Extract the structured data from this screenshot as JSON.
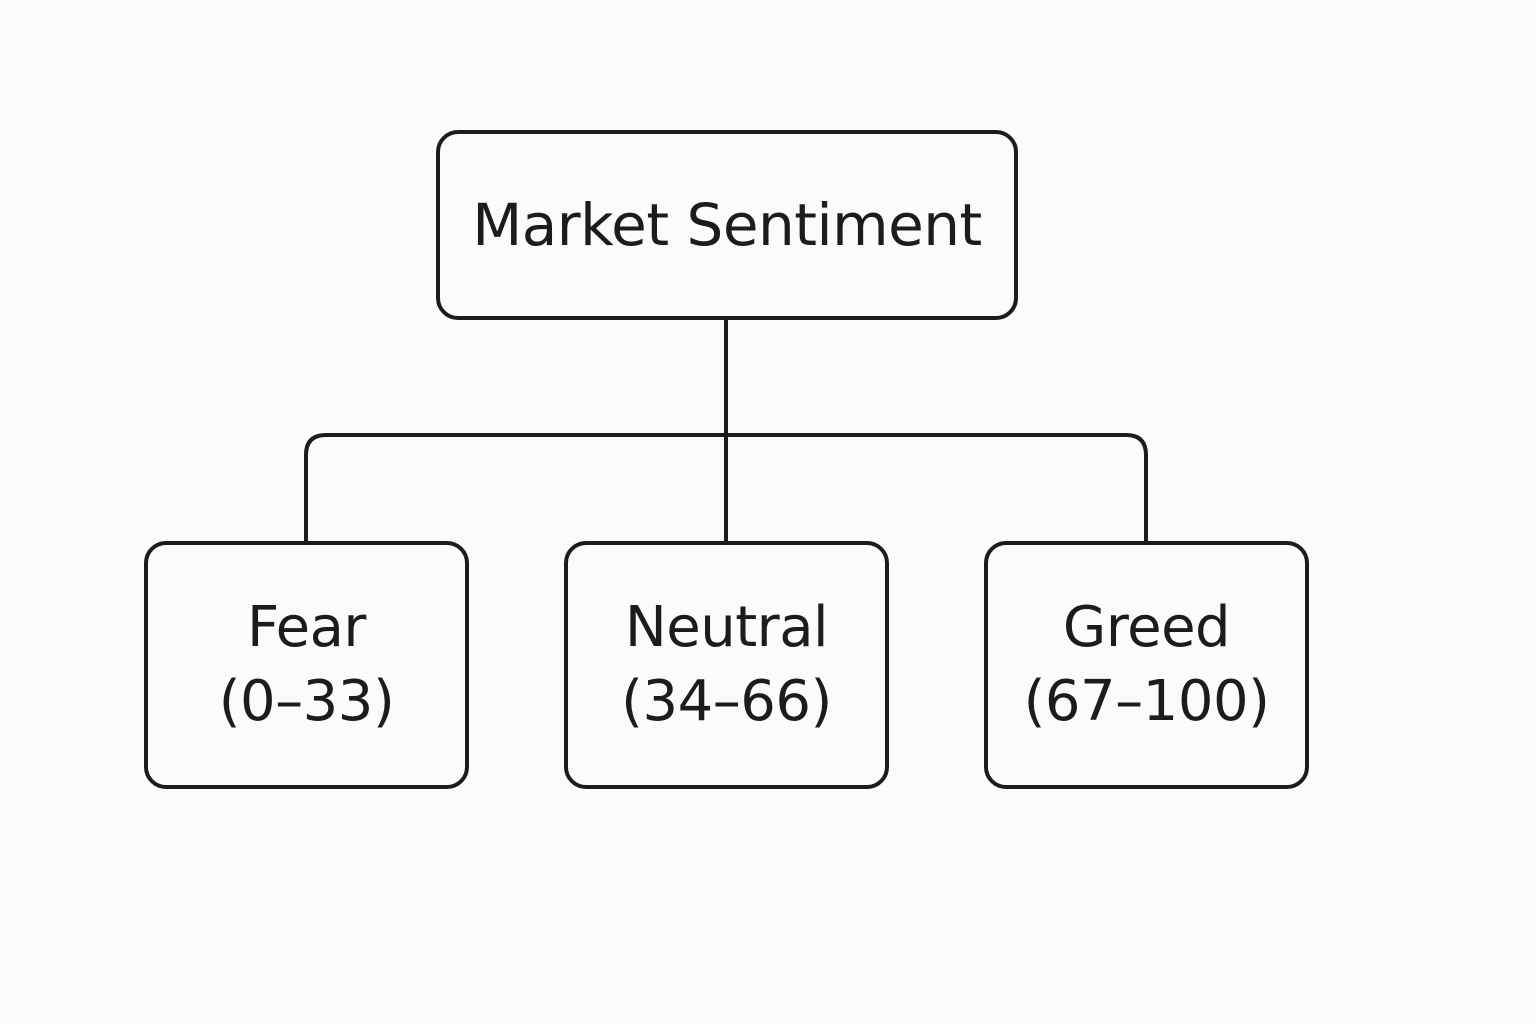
{
  "root": {
    "label": "Market Sentiment"
  },
  "children": [
    {
      "label": "Fear",
      "range": "(0–33)"
    },
    {
      "label": "Neutral",
      "range": "(34–66)"
    },
    {
      "label": "Greed",
      "range": "(67–100)"
    }
  ],
  "colors": {
    "background": "#fcfbf9",
    "stroke": "#1c1c1c",
    "text": "#1c1c1c"
  }
}
